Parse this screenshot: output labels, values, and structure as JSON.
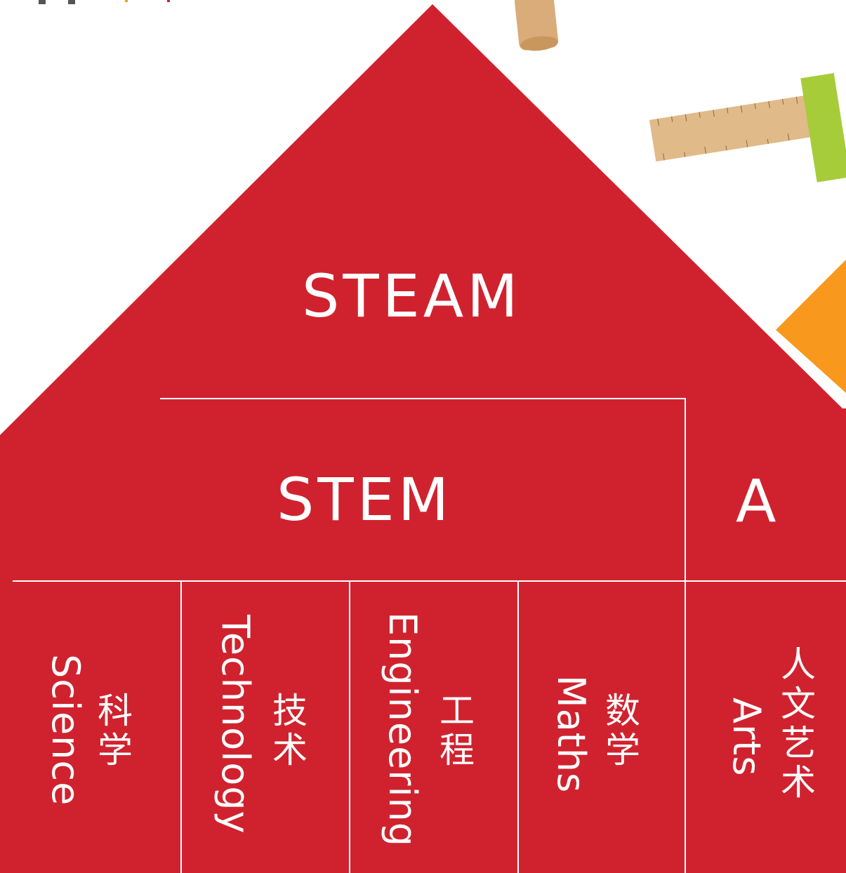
{
  "diagram": {
    "roof_label": "STEAM",
    "stem_label": "STEM",
    "arts_label": "A",
    "pillars": [
      {
        "cn": "科学",
        "en": "Science"
      },
      {
        "cn": "技术",
        "en": "Technology"
      },
      {
        "cn": "工程",
        "en": "Engineering"
      },
      {
        "cn": "数学",
        "en": "Maths"
      },
      {
        "cn": "人文艺术",
        "en": "Arts"
      }
    ]
  },
  "colors": {
    "house_red": "#D0222E",
    "line_white": "#FFFFFF",
    "orange_accent": "#F8991D",
    "wood": "#D9AC79",
    "ruler_green": "#A6CC3A"
  },
  "decorations": [
    "wooden-peg-icon",
    "ruler-icon",
    "orange-triangle-icon"
  ]
}
